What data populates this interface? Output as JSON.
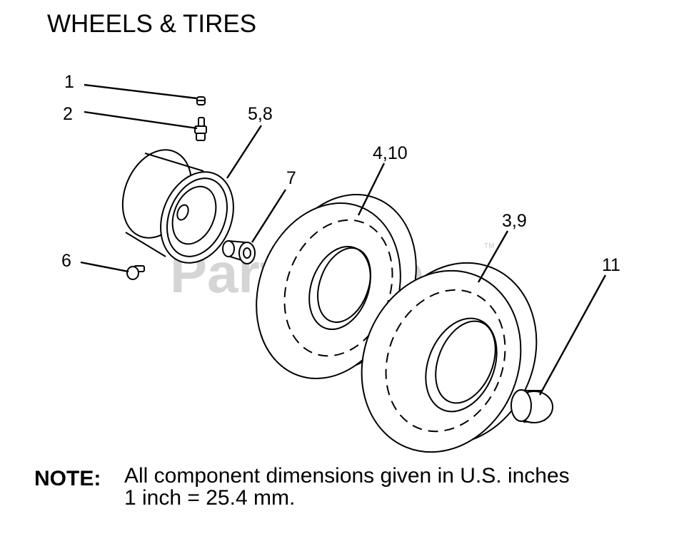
{
  "title": "WHEELS & TIRES",
  "watermark": "PartsTree",
  "watermark_tm": "TM",
  "callouts": {
    "c1": "1",
    "c2": "2",
    "c58": "5,8",
    "c7": "7",
    "c410": "4,10",
    "c39": "3,9",
    "c6": "6",
    "c11": "11"
  },
  "note": {
    "label": "NOTE:",
    "line1": "All component dimensions given in U.S. inches",
    "line2": "1 inch = 25.4 mm."
  }
}
